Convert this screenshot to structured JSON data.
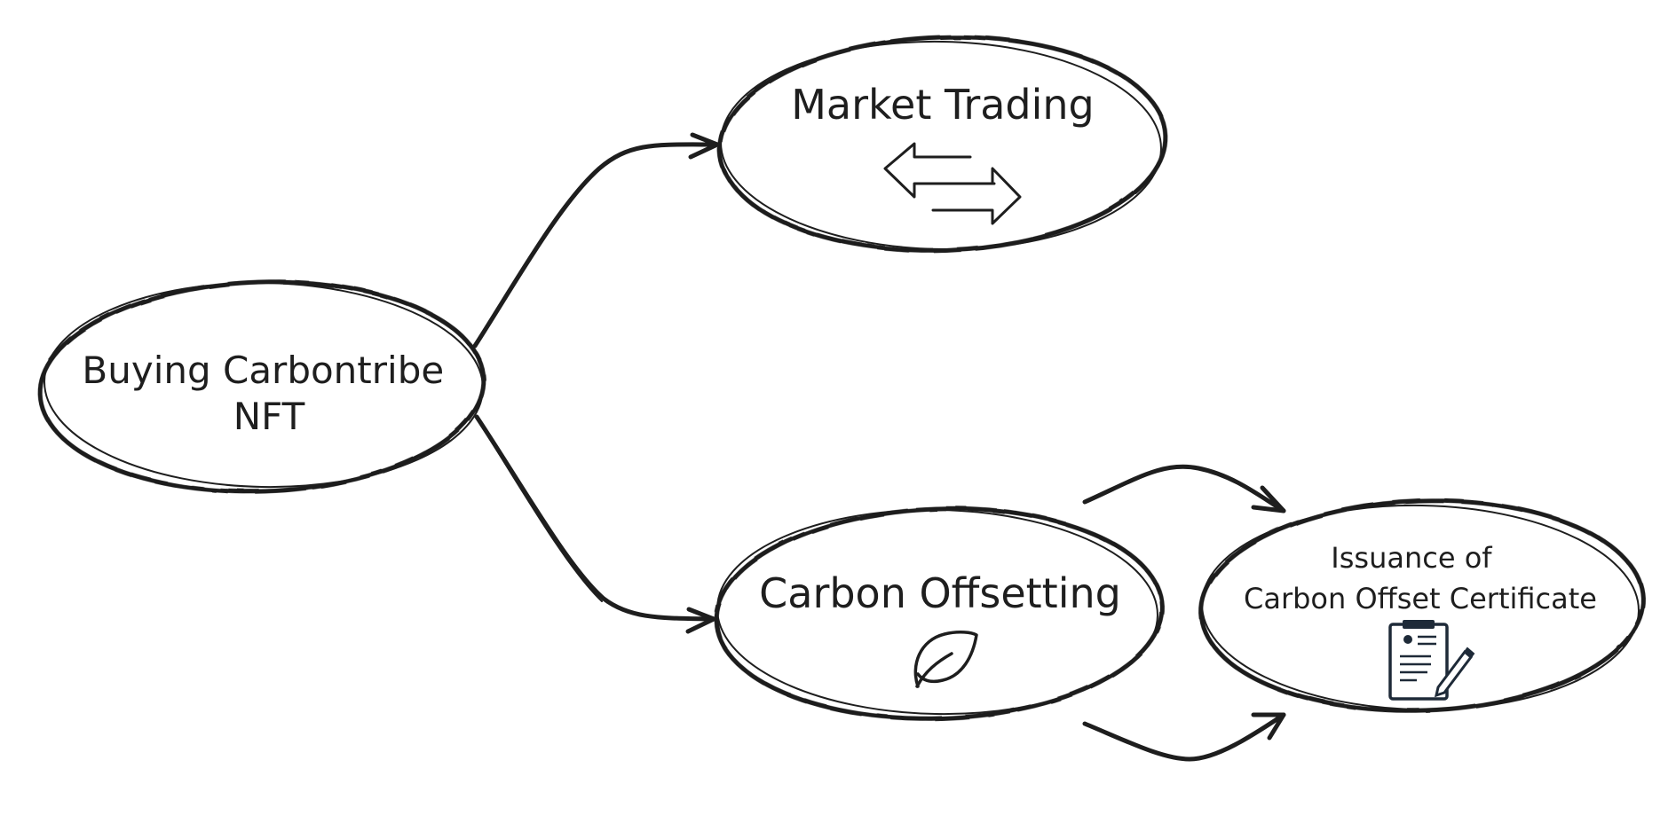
{
  "diagram": {
    "nodes": [
      {
        "id": "buying",
        "lines": [
          "Buying Carbontribe",
          "NFT"
        ]
      },
      {
        "id": "market",
        "lines": [
          "Market Trading"
        ],
        "icon": "exchange-arrows-icon"
      },
      {
        "id": "offsetting",
        "lines": [
          "Carbon Offsetting"
        ],
        "icon": "leaf-icon"
      },
      {
        "id": "certificate",
        "lines": [
          "Issuance of",
          "Carbon Offset Certificate"
        ],
        "icon": "certificate-clipboard-icon"
      }
    ],
    "edges": [
      {
        "from": "buying",
        "to": "market"
      },
      {
        "from": "buying",
        "to": "offsetting"
      },
      {
        "from": "offsetting",
        "to": "certificate"
      },
      {
        "from": "offsetting",
        "to": "certificate"
      }
    ],
    "colors": {
      "stroke": "#1e1e1e",
      "background": "#ffffff"
    }
  }
}
